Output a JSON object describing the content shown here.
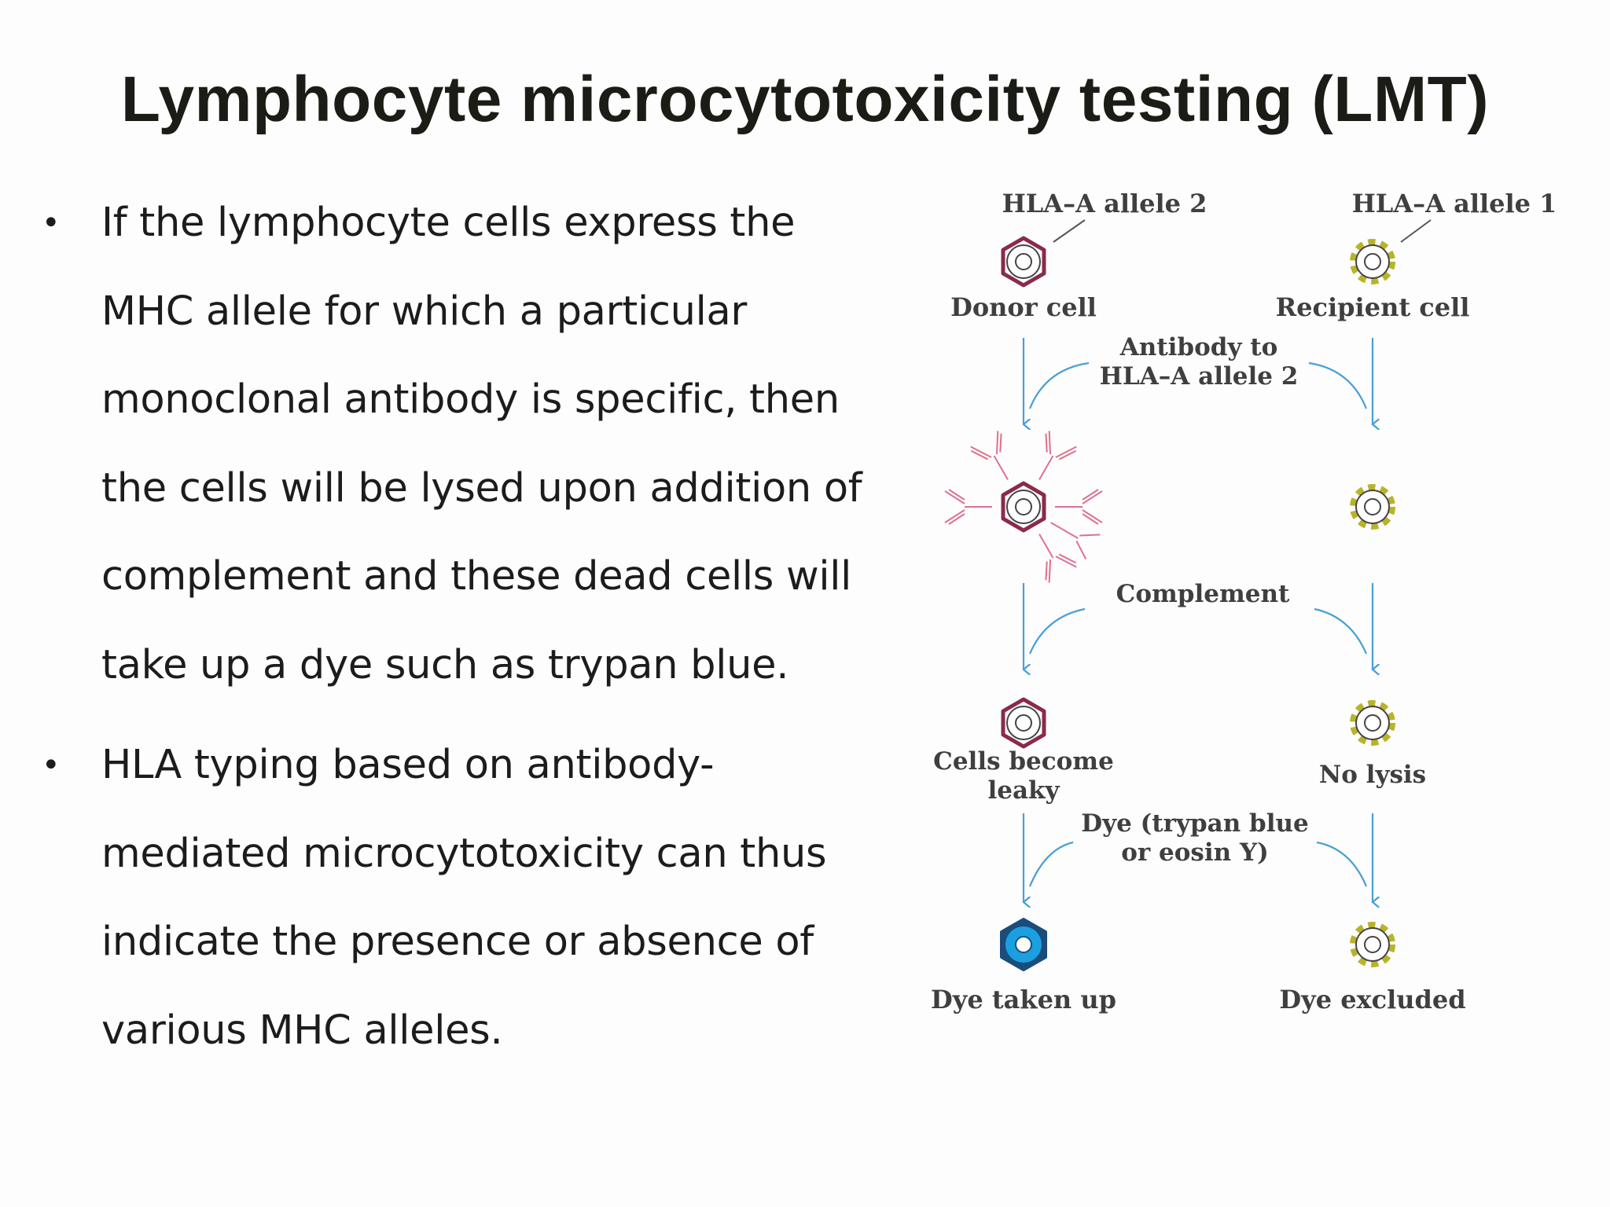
{
  "title": "Lymphocyte microcytotoxicity testing (LMT)",
  "bullets": [
    {
      "lines": [
        "If the lymphocyte cells express the",
        "MHC allele for which a particular",
        "monoclonal antibody is specific, then",
        "the cells will be lysed upon addition of",
        "complement and these dead cells will",
        "take up a dye such as trypan blue."
      ]
    },
    {
      "lines": [
        "HLA typing based on antibody-",
        "mediated microcytotoxicity can thus",
        "indicate the presence or absence of",
        "various MHC alleles."
      ]
    }
  ],
  "diagram": {
    "allele_left": "HLA–A allele 2",
    "allele_right": "HLA–A allele 1",
    "donor_cell": "Donor cell",
    "recipient_cell": "Recipient cell",
    "step1_line1": "Antibody to",
    "step1_line2": "HLA–A allele 2",
    "step2": "Complement",
    "leaky_line1": "Cells become",
    "leaky_line2": "leaky",
    "no_lysis": "No lysis",
    "step3_line1": "Dye (trypan blue",
    "step3_line2": "or eosin Y)",
    "dye_taken": "Dye taken up",
    "dye_excluded": "Dye excluded"
  },
  "colors": {
    "arrow": "#4a9fd4",
    "antibody": "#e0708e",
    "donor_spikes": "#8b2a4a",
    "recipient_bumps": "#b8b42a",
    "dye_blue": "#1aa0e0"
  }
}
